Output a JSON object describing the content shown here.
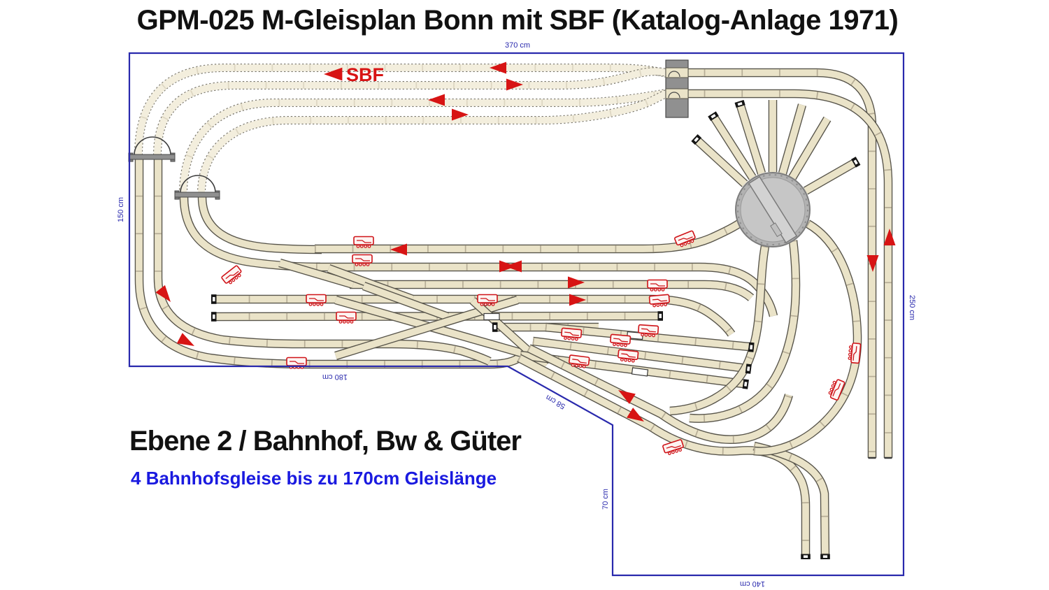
{
  "title": "GPM-025 M-Gleisplan Bonn mit SBF (Katalog-Anlage 1971)",
  "plan": {
    "sbf_label": "SBF",
    "level_caption": "Ebene 2 / Bahnhof, Bw & Güter",
    "note": "4 Bahnhofsgleise bis zu 170cm Gleislänge",
    "dimensions": {
      "top": "370 cm",
      "left": "150 cm",
      "right": "250 cm",
      "bottom_left": "180 cm",
      "diagonal": "58 cm",
      "notch": "70 cm",
      "bottom": "140 cm"
    },
    "colors": {
      "outline_blue": "#2929ad",
      "note_blue": "#1a1ae0",
      "track_fill": "#eae3c8",
      "hidden_track_fill": "#f3eedd",
      "track_edge": "#57544a",
      "marker_red": "#d71414",
      "turntable_gray": "#b5b5b5"
    }
  }
}
